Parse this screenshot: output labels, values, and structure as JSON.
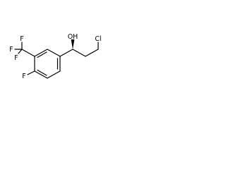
{
  "molecule": {
    "labels": {
      "hydroxyl": "OH",
      "chlorine": "Cl",
      "fluoro_ring": "F",
      "cf3_f_top": "F",
      "cf3_f_left": "F",
      "cf3_f_bottom": "F"
    },
    "stereo_bond": "wedge"
  }
}
